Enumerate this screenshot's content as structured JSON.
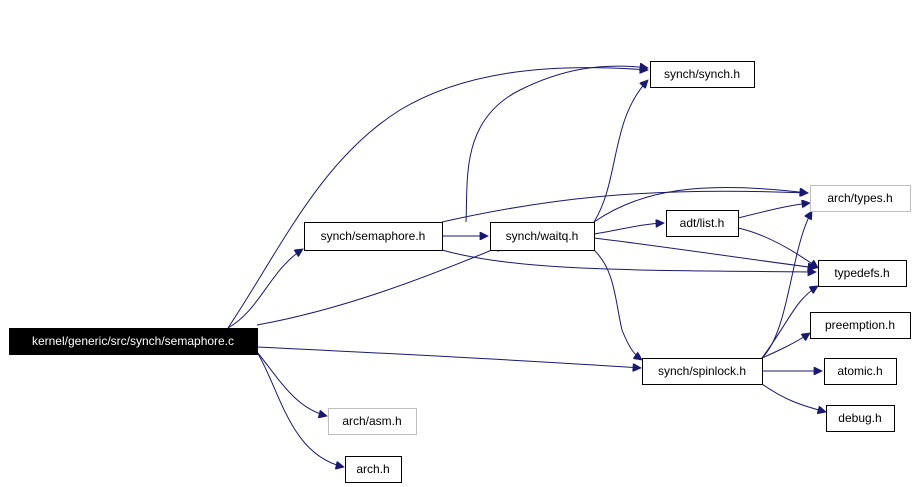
{
  "graph": {
    "edge_color": "#191970",
    "nodes": [
      {
        "id": "root",
        "label": "kernel/generic/src/synch/semaphore.c",
        "style": "filled-black",
        "interactable": true
      },
      {
        "id": "semaphore_h",
        "label": "synch/semaphore.h",
        "style": "normal",
        "interactable": true
      },
      {
        "id": "synch_h",
        "label": "synch/synch.h",
        "style": "normal",
        "interactable": true
      },
      {
        "id": "waitq_h",
        "label": "synch/waitq.h",
        "style": "normal",
        "interactable": true
      },
      {
        "id": "arch_types_h",
        "label": "arch/types.h",
        "style": "gray",
        "interactable": false
      },
      {
        "id": "adt_list_h",
        "label": "adt/list.h",
        "style": "normal",
        "interactable": true
      },
      {
        "id": "typedefs_h",
        "label": "typedefs.h",
        "style": "normal",
        "interactable": true
      },
      {
        "id": "preemption_h",
        "label": "preemption.h",
        "style": "normal",
        "interactable": true
      },
      {
        "id": "spinlock_h",
        "label": "synch/spinlock.h",
        "style": "normal",
        "interactable": true
      },
      {
        "id": "atomic_h",
        "label": "atomic.h",
        "style": "normal",
        "interactable": true
      },
      {
        "id": "debug_h",
        "label": "debug.h",
        "style": "normal",
        "interactable": true
      },
      {
        "id": "arch_asm_h",
        "label": "arch/asm.h",
        "style": "gray",
        "interactable": false
      },
      {
        "id": "arch_h",
        "label": "arch.h",
        "style": "normal",
        "interactable": true
      }
    ],
    "edges": [
      {
        "from": "root",
        "to": "synch_h"
      },
      {
        "from": "root",
        "to": "semaphore_h"
      },
      {
        "from": "root",
        "to": "waitq_h"
      },
      {
        "from": "root",
        "to": "spinlock_h"
      },
      {
        "from": "root",
        "to": "arch_asm_h"
      },
      {
        "from": "root",
        "to": "arch_h"
      },
      {
        "from": "semaphore_h",
        "to": "synch_h"
      },
      {
        "from": "semaphore_h",
        "to": "waitq_h"
      },
      {
        "from": "semaphore_h",
        "to": "arch_types_h"
      },
      {
        "from": "semaphore_h",
        "to": "typedefs_h"
      },
      {
        "from": "waitq_h",
        "to": "synch_h"
      },
      {
        "from": "waitq_h",
        "to": "arch_types_h"
      },
      {
        "from": "waitq_h",
        "to": "adt_list_h"
      },
      {
        "from": "waitq_h",
        "to": "typedefs_h"
      },
      {
        "from": "waitq_h",
        "to": "spinlock_h"
      },
      {
        "from": "adt_list_h",
        "to": "arch_types_h"
      },
      {
        "from": "adt_list_h",
        "to": "typedefs_h"
      },
      {
        "from": "spinlock_h",
        "to": "arch_types_h"
      },
      {
        "from": "spinlock_h",
        "to": "typedefs_h"
      },
      {
        "from": "spinlock_h",
        "to": "preemption_h"
      },
      {
        "from": "spinlock_h",
        "to": "atomic_h"
      },
      {
        "from": "spinlock_h",
        "to": "debug_h"
      }
    ]
  }
}
